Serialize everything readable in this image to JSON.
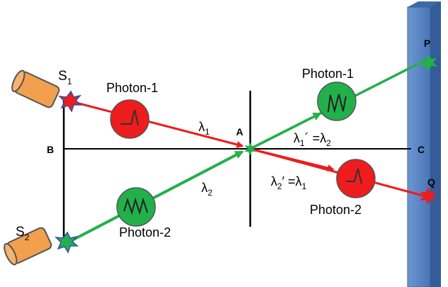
{
  "photon_labels": {
    "top_left": "Photon-1",
    "bottom_left": "Photon-2",
    "top_right": "Photon-1",
    "bottom_right": "Photon-2"
  },
  "sources": {
    "s1": {
      "letter": "S",
      "sub": "1"
    },
    "s2": {
      "letter": "S",
      "sub": "2"
    }
  },
  "points": {
    "a": "A",
    "b": "B",
    "c": "C",
    "p": "P",
    "q": "Q"
  },
  "wavelengths": {
    "l1": {
      "sym": "λ",
      "sub": "1"
    },
    "l2": {
      "sym": "λ",
      "sub": "2"
    },
    "l1_prime": {
      "sym": "λ",
      "sub": "1",
      "prime": "´",
      "eq": " =λ",
      "eq_sub": "2"
    },
    "l2_prime": {
      "sym": "λ",
      "sub": "2",
      "prime": "′",
      "eq": " =λ",
      "eq_sub": "1"
    }
  },
  "colors": {
    "red": "#ee1c1c",
    "green": "#22b04a",
    "screen": "#4f7fc0",
    "source": "#f2a04e"
  }
}
